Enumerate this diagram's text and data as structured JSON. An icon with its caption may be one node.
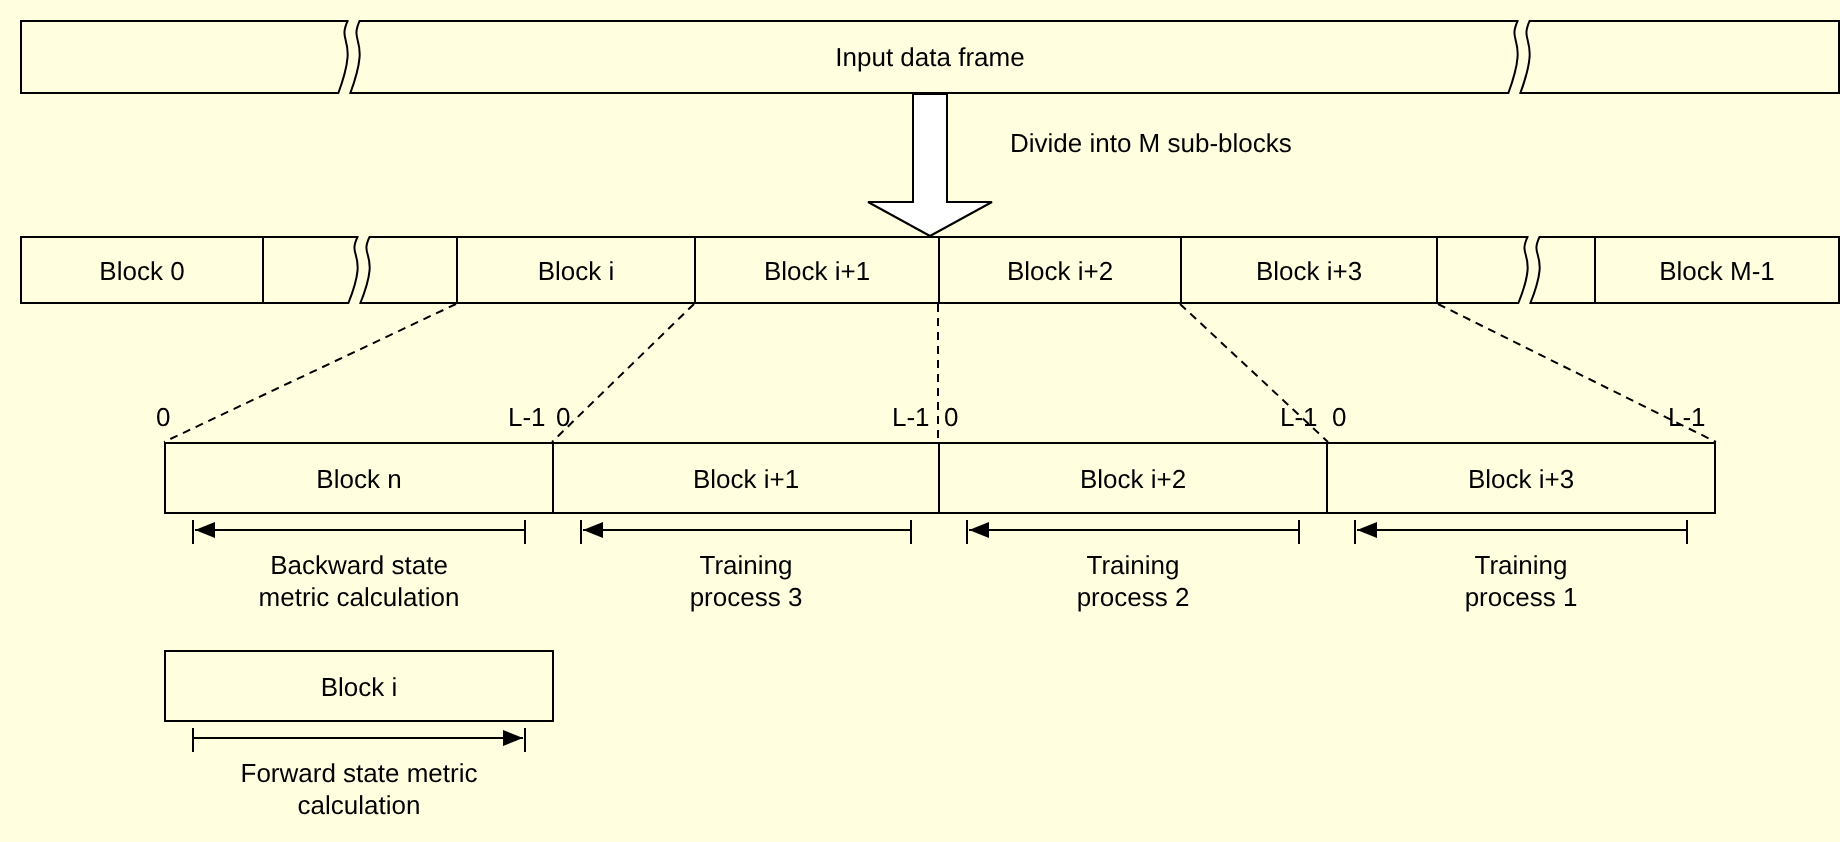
{
  "diagram": {
    "nodes": [
      {
        "text": [
          "Input data frame"
        ]
      },
      {
        "text": [
          "Block 0"
        ]
      },
      {
        "text": [],
        "shape": "box"
      },
      {
        "text": [
          "Block i"
        ]
      },
      {
        "text": [
          "Block i+1"
        ]
      },
      {
        "text": [
          "Block i+2"
        ]
      },
      {
        "text": [
          "Block i+3"
        ]
      },
      {
        "text": [],
        "shape": "box"
      },
      {
        "text": [
          "Block M-1"
        ]
      },
      {
        "text": [
          "Block n"
        ],
        "beside": [
          "Backward state metric calculation"
        ]
      },
      {
        "text": [
          "Block i+1"
        ],
        "beside": [
          "Training process 3"
        ]
      },
      {
        "text": [
          "Block i+2"
        ],
        "beside": [
          "Training process 2"
        ]
      },
      {
        "text": [
          "Block i+3"
        ],
        "beside": [
          "Training process 1"
        ]
      },
      {
        "text": [
          "Block i"
        ],
        "beside": [
          "Forward state metric calculation"
        ]
      }
    ],
    "edges": [
      {
        "from": 0,
        "to": 4,
        "arrow": "to",
        "label": "Divide into M sub-blocks"
      },
      {
        "from": 3,
        "to": 9,
        "arrow": "none",
        "style": "dashed"
      },
      {
        "from": 4,
        "to": 10,
        "arrow": "none",
        "style": "dashed"
      },
      {
        "from": 5,
        "to": 11,
        "arrow": "none",
        "style": "dashed"
      },
      {
        "from": 6,
        "to": 11,
        "arrow": "none",
        "style": "dashed"
      },
      {
        "from": 6,
        "to": 12,
        "arrow": "none",
        "style": "dashed"
      }
    ],
    "labels": [
      "0",
      "L-1",
      "0",
      "L-1",
      "0",
      "L-1",
      "0",
      "L-1"
    ]
  }
}
